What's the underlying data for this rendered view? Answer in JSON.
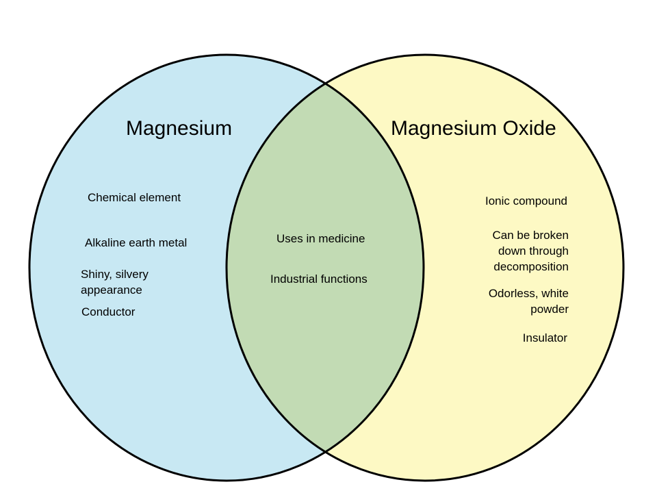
{
  "diagram": {
    "type": "venn",
    "colors": {
      "left_fill": "#c8e8f3",
      "right_fill": "#fdf9c4",
      "overlap_fill": "#c2dbb4",
      "stroke": "#000000"
    },
    "left": {
      "title": "Magnesium",
      "items": [
        "Chemical element",
        "Alkaline earth metal",
        "Shiny, silvery\nappearance",
        "Conductor"
      ]
    },
    "overlap": {
      "items": [
        "Uses in medicine",
        "Industrial functions"
      ]
    },
    "right": {
      "title": "Magnesium Oxide",
      "items": [
        "Ionic compound",
        "Can be broken\ndown through\ndecomposition",
        "Odorless, white\npowder",
        "Insulator"
      ]
    }
  }
}
